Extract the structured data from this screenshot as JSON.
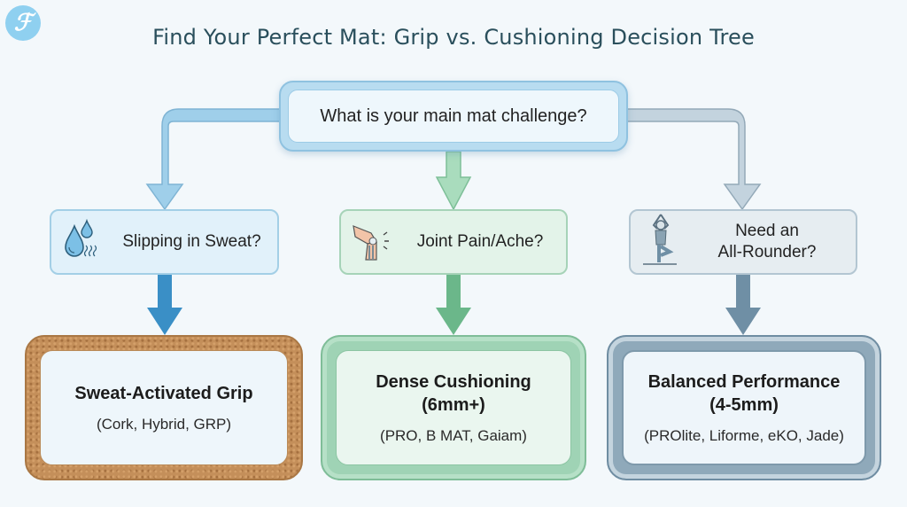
{
  "logo": {
    "glyph": "ℱ",
    "color": "#8fd0f0"
  },
  "title": "Find Your Perfect Mat: Grip vs. Cushioning Decision Tree",
  "root": {
    "question": "What is your main mat challenge?"
  },
  "branches": [
    {
      "icon": "sweat-drops-icon",
      "question": "Slipping in Sweat?",
      "color": "#3a8fc6",
      "result": {
        "title": "Sweat-Activated Grip",
        "subtitle": "",
        "examples": "(Cork, Hybrid, GRP)"
      }
    },
    {
      "icon": "knee-joint-icon",
      "question": "Joint Pain/Ache?",
      "color": "#6bb78a",
      "result": {
        "title": "Dense Cushioning",
        "subtitle": "(6mm+)",
        "examples": "(PRO, B MAT, Gaiam)"
      }
    },
    {
      "icon": "yoga-pose-icon",
      "question_line1": "Need an",
      "question_line2": "All-Rounder?",
      "color": "#6f8fa5",
      "result": {
        "title": "Balanced Performance",
        "subtitle": "(4-5mm)",
        "examples": "(PROlite, Liforme, eKO, Jade)"
      }
    }
  ]
}
